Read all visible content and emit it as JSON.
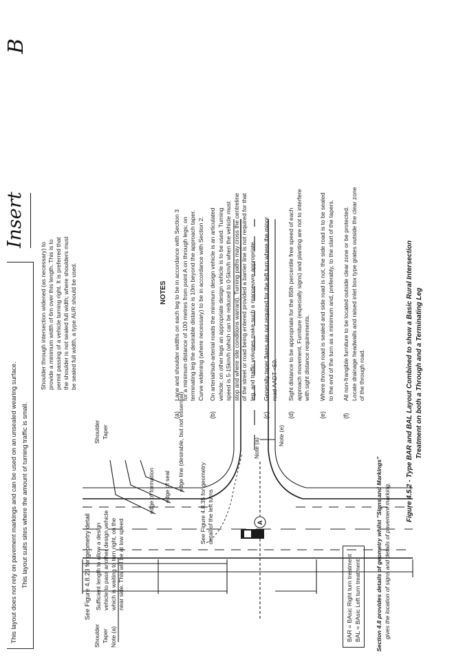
{
  "top_note": {
    "line1": "This layout does not rely on pavement markings and can be used on an unsealed wearing surface.",
    "line2": "This layout suits sites where the amount of turning traffic is small."
  },
  "stamp": {
    "line1": "Insert",
    "line2": "B"
  },
  "diagram": {
    "see_fig_top": "See Figure 4.8.23 for geometry detail",
    "sufficient": [
      "Sufficient length to allow a design",
      "vehicle to pass another design vehicle",
      "which is waiting to turn right, on the",
      "near side. This will be at low speed"
    ],
    "shoulder_left": "Shoulder",
    "taper_left": "Taper",
    "shoulder_right": "Shoulder",
    "taper_right": "Taper",
    "shoulder_note": [
      "Shoulder through intersection widened (as necessary) to",
      "provide a minimum width of 6m over this length. This is to",
      "permit passing of a vehicle turning right. It is preferred that",
      "the shoulder is not sealed full width; where shoulders must",
      "be sealed full width, a type AUR should be used."
    ],
    "edge_formation": "edge of formation",
    "edge_seal": "edge of seal",
    "edge_line": "edge line (desirable, but not essential)",
    "see_fig_left": [
      "See Figure 4.8.35 for geometry",
      "detail of the left turns"
    ],
    "note_a_left": "Note (a)",
    "note_a_bottom": "Note (a)",
    "note_e": "Note (e)",
    "point_a": "A",
    "legend": {
      "bar": "BAR = BAsic Right turn treatment",
      "bal": "BAL = BAsic Left turn treatment"
    }
  },
  "notes": {
    "heading": "NOTES",
    "items": [
      {
        "label": "(a)",
        "lines": [
          "Lane and shoulder widths on each leg to be in accordance with Section 3",
          "for a minimum distance of 100 metres from point A on through legs; on",
          "terminating leg the desirable distance is 10m beyond the approach taper.",
          "Curve widening (where necessary) to be in accordance with Section 2."
        ]
      },
      {
        "label": "(b)",
        "lines": [
          "On arterial/sub-arterial roads the minimum design vehicle is an articulated",
          "vehicle; on other legs an appropriate design vehicle is to be used. Turning",
          "speed is 5-15km/h (which can be reduced to 0-5km/h when the vehicle must",
          "stop and where site conditions warrant). Turning paths may cross the centreline",
          "of the street or road being entered provided a barrier line is not required for that",
          "leg, and traffic volumes make such a manoeuvre appropriate."
        ]
      },
      {
        "label": "(c)",
        "lines": [
          "Generally taper flares are not required for the left turn where the minor",
          "road AADT <50."
        ]
      },
      {
        "label": "(d)",
        "lines": [
          "Sight distance to be appropriate for the 85th percentile free speed of each",
          "approach movement. Furniture (especially signs) and planting are not to interfere",
          "with sight distance requirements."
        ]
      },
      {
        "label": "(e)",
        "lines": [
          "Where through road is sealed and side road is not, the side road is to be sealed",
          "to the end of the turn as a minimum and, preferably, to the start of the tapers."
        ]
      },
      {
        "label": "(f)",
        "lines": [
          "All non-frangible furniture to be located outside clear zone or be protected.",
          "Locate drainage headwalls and raised inlet box type grates outside the clear zone",
          "of the through road."
        ]
      }
    ]
  },
  "section_note": {
    "line1": "Section 4.8 provides details of geometry whilst \"Signs and Markings\"",
    "line2": "gives the location of signs and details of pavement marking."
  },
  "caption": {
    "line1": "Figure 4.5.2 - Type BAR and BAL Layout Combined to show a Basic Rural Intersection",
    "line2": "Treatment on both a Through and a Terminating Leg"
  }
}
